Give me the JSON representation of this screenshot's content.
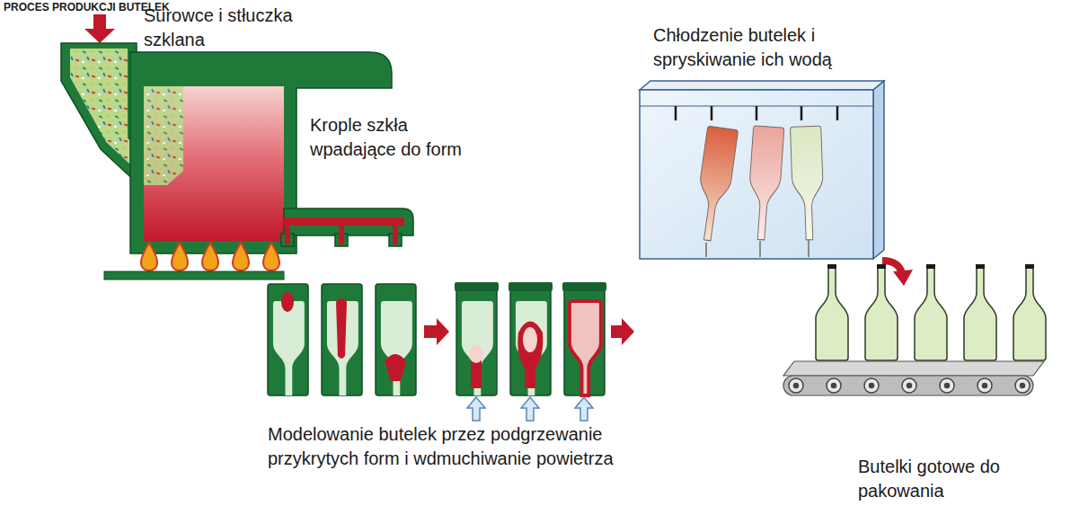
{
  "diagram": {
    "title": "PROCES PRODUKCJI BUTELEK",
    "labels": [
      "Surowce i stłuczka szklana",
      "Krople szkła wpadające do form",
      "Chłodzenie butelek i spryskiwanie ich wodą",
      "Modelowanie butelek przez podgrzewanie przykrytych form i wdmuchiwanie powietrza",
      "Butelki gotowe do pakowania"
    ]
  }
}
